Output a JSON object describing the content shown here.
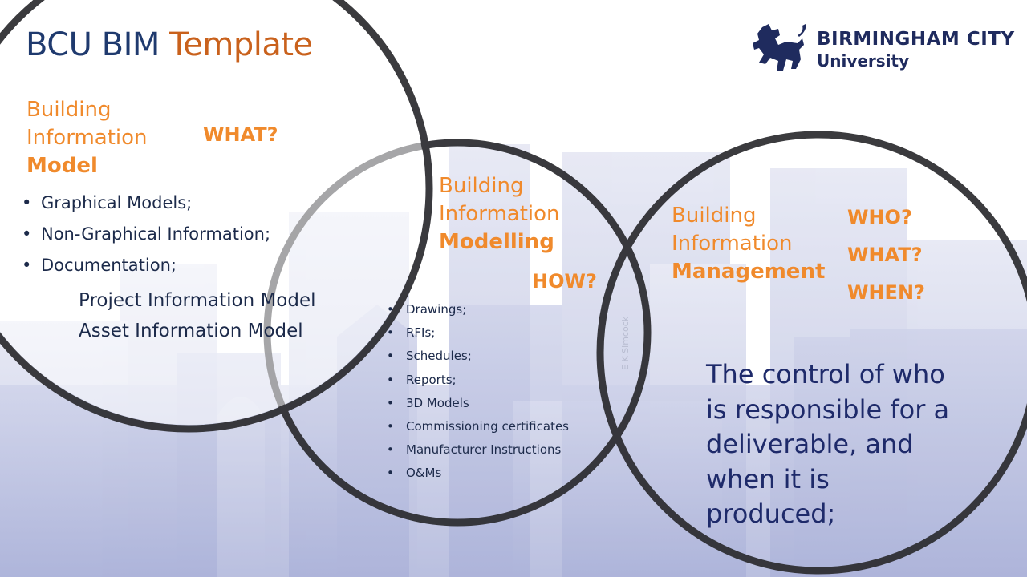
{
  "title": {
    "part1": "BCU BIM",
    "part2": "Template"
  },
  "logo": {
    "line1": "BIRMINGHAM CITY",
    "line2": "University",
    "icon": "lion-crest-icon"
  },
  "model": {
    "line1": "Building",
    "line2": "Information",
    "line3": "Model",
    "question": "WHAT?",
    "bullets": [
      "Graphical Models;",
      "Non-Graphical Information;",
      "Documentation;"
    ],
    "sub_items": [
      "Project Information Model",
      "Asset Information Model"
    ]
  },
  "modelling": {
    "line1": "Building",
    "line2": "Information",
    "line3": "Modelling",
    "question": "HOW?",
    "bullets": [
      "Drawings;",
      "RFIs;",
      "Schedules;",
      "Reports;",
      "3D Models",
      "Commissioning certificates",
      "Manufacturer Instructions",
      "O&Ms"
    ]
  },
  "management": {
    "line1": "Building",
    "line2": "Information",
    "line3": "Management",
    "questions": [
      "WHO?",
      "WHAT?",
      "WHEN?"
    ],
    "statement": "The control of who is responsible for a deliverable, and when it is produced;"
  },
  "credit": "E K Simcock",
  "colors": {
    "navy": "#1f3a6e",
    "orange": "#f08a2c",
    "dark_orange": "#c9611c",
    "ring": "#2a2a2e",
    "skyline": "#9fa6cf"
  }
}
